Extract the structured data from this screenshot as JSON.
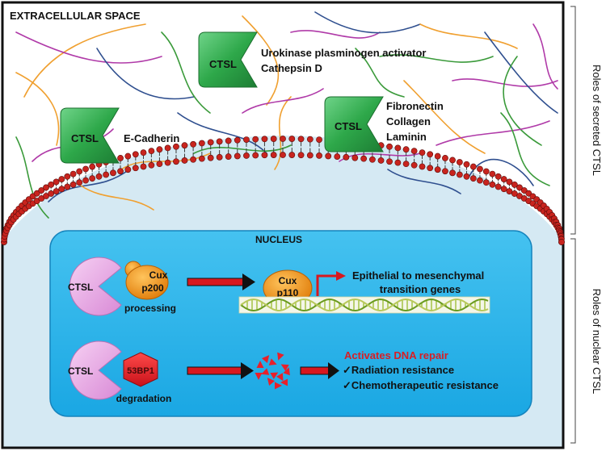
{
  "regions": {
    "extracellular_title": "EXTRACELLULAR SPACE",
    "nucleus_title": "NUCLEUS"
  },
  "side_labels": {
    "secreted": "Roles of secreted CTSL",
    "nuclear": "Roles of nuclear CTSL"
  },
  "secreted_enzymes": [
    {
      "label": "CTSL",
      "substrates": [
        "Urokinase plasminogen activator",
        "Cathepsin D"
      ]
    },
    {
      "label": "CTSL",
      "substrates": [
        "E-Cadherin"
      ]
    },
    {
      "label": "CTSL",
      "substrates": [
        "Fibronectin",
        "Collagen",
        "Laminin"
      ]
    }
  ],
  "nuclear_pathways": {
    "processing": {
      "enzyme": "CTSL",
      "substrate": [
        "Cux",
        "p200"
      ],
      "action": "processing",
      "product": [
        "Cux",
        "p110"
      ],
      "target": [
        "Epithelial to mesenchymal",
        "transition genes"
      ]
    },
    "degradation": {
      "enzyme": "CTSL",
      "substrate": "53BP1",
      "action": "degradation",
      "outcome_title": "Activates DNA repair",
      "outcomes": [
        "✓Radiation resistance",
        "✓Chemotherapeutic resistance"
      ]
    }
  },
  "colors": {
    "enzyme_green": "#2ea84a",
    "enzyme_pink": "#e7a3e4",
    "cux_orange": "#f08a12",
    "bp1_red": "#e8202a",
    "arrow_red": "#d8181e",
    "nucleus_blue": "#2fb6ea",
    "cytoplasm_blue": "#d5e9f3",
    "outcome_red": "#d81e24"
  }
}
